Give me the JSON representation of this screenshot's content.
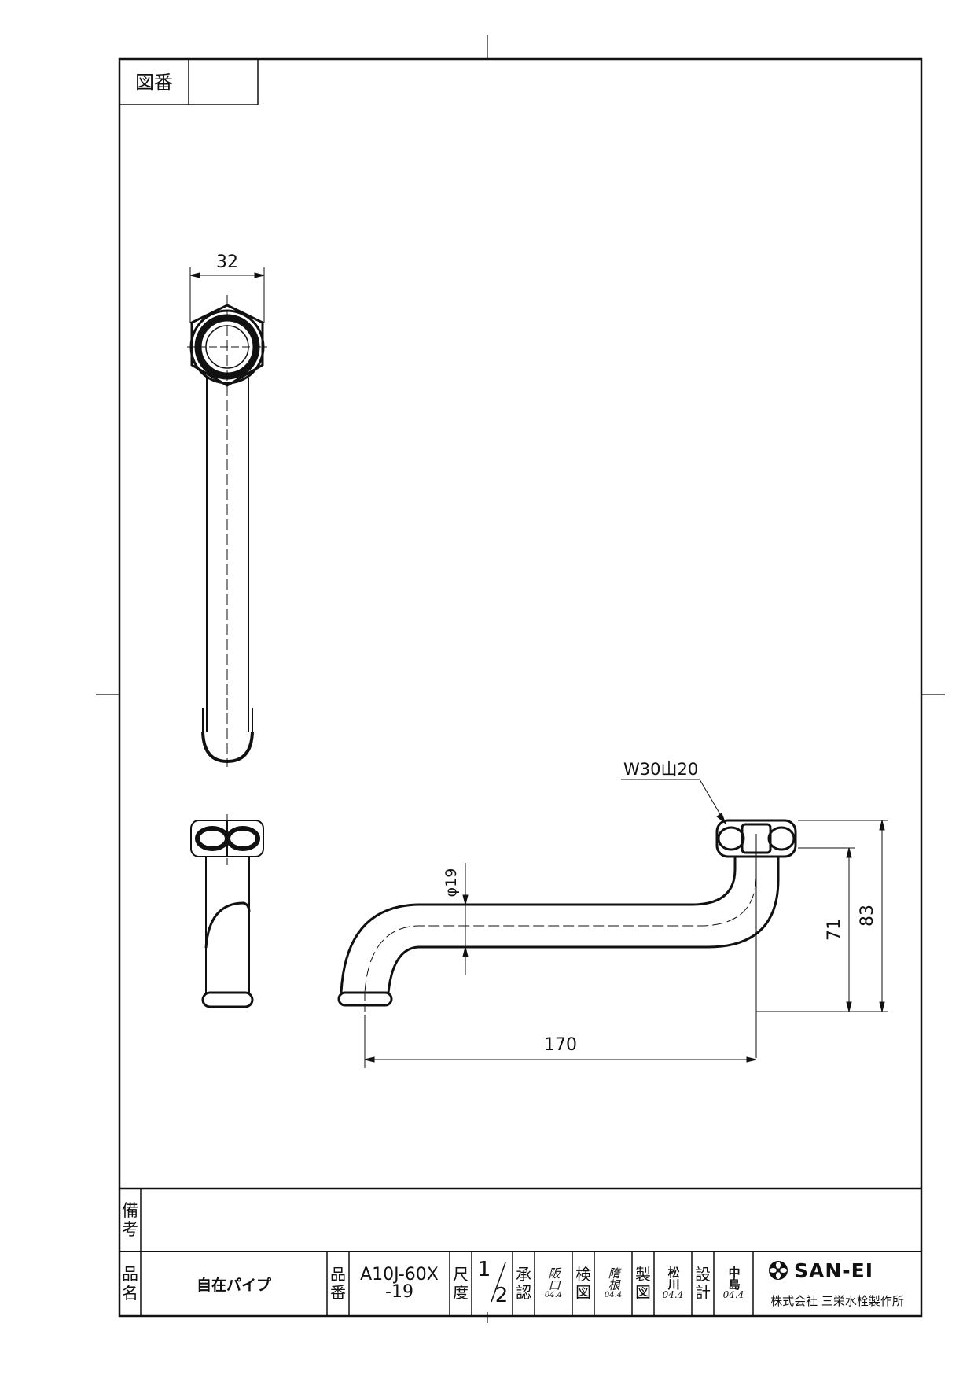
{
  "header": {
    "drawing_no_label": "図番",
    "drawing_no_value": ""
  },
  "dimensions": {
    "top_width": "32",
    "thread": "W30山20",
    "pipe_dia": "φ19",
    "height_inner": "71",
    "height_outer": "83",
    "length": "170"
  },
  "title_block": {
    "remarks_label": [
      "備",
      "考"
    ],
    "remarks_value": "",
    "name_label": [
      "品",
      "名"
    ],
    "name_value": "自在パイプ",
    "part_no_label": [
      "品",
      "番"
    ],
    "part_no_value": [
      "A10J-60X",
      "-19"
    ],
    "scale_label": [
      "尺",
      "度"
    ],
    "scale_num": "1",
    "scale_den": "2",
    "approved_label": [
      "承",
      "認"
    ],
    "approved_sign": {
      "name": "阪口",
      "date": "04.4"
    },
    "checked_label": [
      "検",
      "図"
    ],
    "checked_sign": {
      "name": "隋根",
      "date": "04.4"
    },
    "drawn_label": [
      "製",
      "図"
    ],
    "drawn_sign": {
      "name": "松川",
      "date": "04.4"
    },
    "designed_label": [
      "設",
      "計"
    ],
    "designed_sign": {
      "name": "中島",
      "date": "04.4"
    },
    "company_logo": "SAN-EI",
    "company_name": "株式会社 三栄水栓製作所"
  }
}
